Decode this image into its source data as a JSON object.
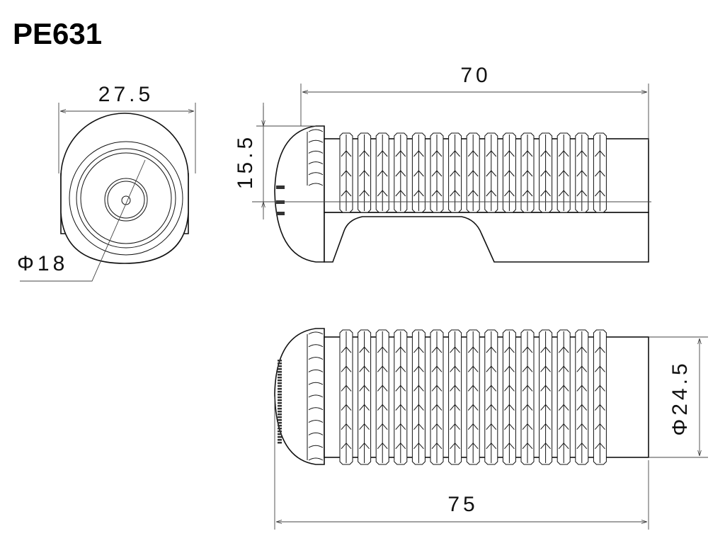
{
  "title": "PE631",
  "dimensions": {
    "end_width": "27.5",
    "inner_dia": "Φ18",
    "length_top": "70",
    "height": "15.5",
    "length_bottom": "75",
    "outer_dia": "Φ24.5"
  }
}
